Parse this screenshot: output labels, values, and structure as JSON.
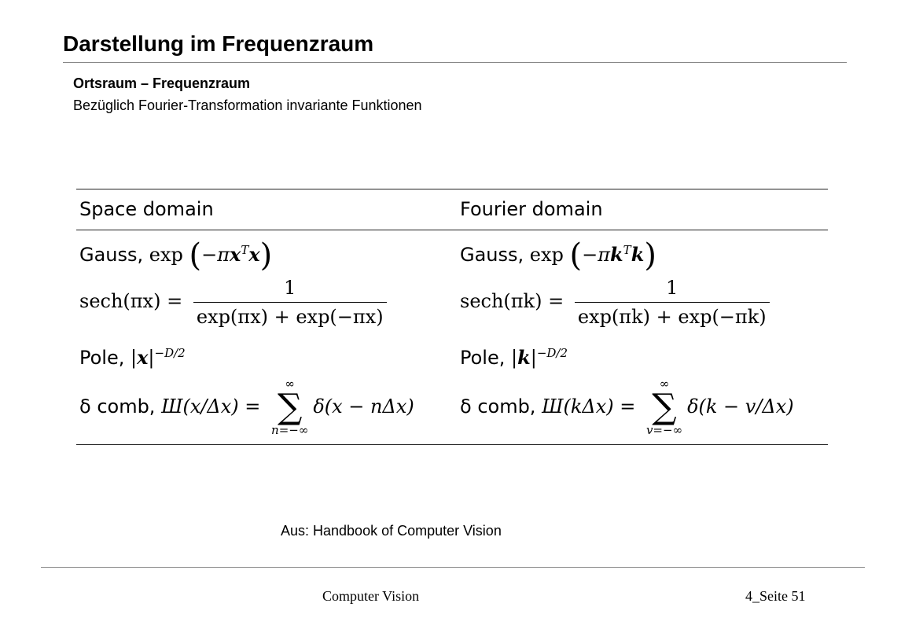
{
  "slide": {
    "title": "Darstellung im Frequenzraum",
    "subheading": "Ortsraum – Frequenzraum",
    "subtext": "Bezüglich Fourier-Transformation invariante Funktionen",
    "caption": "Aus: Handbook of Computer Vision",
    "footer_left": "Computer Vision",
    "footer_right": "4_Seite 51"
  },
  "table": {
    "headers": [
      "Space domain",
      "Fourier domain"
    ],
    "rows": [
      {
        "space": {
          "label": "Gauss, ",
          "fn": "exp",
          "expr_a": "−π",
          "var1": "x",
          "sup": "T",
          "var2": "x"
        },
        "fourier": {
          "label": "Gauss, ",
          "fn": "exp",
          "expr_a": "−π",
          "var1": "k",
          "sup": "T",
          "var2": "k"
        }
      },
      {
        "space": {
          "lhs": "sech(πx) = ",
          "num": "1",
          "den": "exp(πx) + exp(−πx)"
        },
        "fourier": {
          "lhs": "sech(πk) = ",
          "num": "1",
          "den": "exp(πk) + exp(−πk)"
        }
      },
      {
        "space": {
          "label": "Pole, ",
          "var": "x",
          "sup": "−D/2"
        },
        "fourier": {
          "label": "Pole, ",
          "var": "k",
          "sup": "−D/2"
        }
      },
      {
        "space": {
          "label": "δ comb, ",
          "lhs": "Ш(x/Δx) = ",
          "sum_top": "∞",
          "sum_bottom": "n=−∞",
          "rhs": "δ(x − nΔx)"
        },
        "fourier": {
          "label": "δ comb, ",
          "lhs": "Ш(kΔx) = ",
          "sum_top": "∞",
          "sum_bottom": "v=−∞",
          "rhs": "δ(k − v/Δx)"
        }
      }
    ]
  }
}
